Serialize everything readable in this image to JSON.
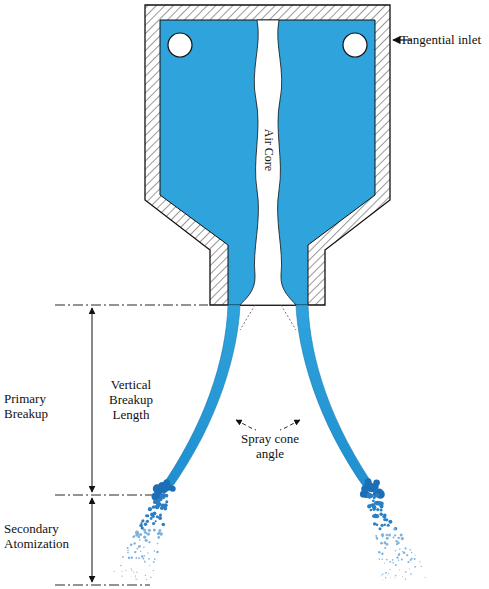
{
  "diagram": {
    "labels": [
      "Tangential inlet",
      "Air Core",
      "Primary Breakup",
      "Vertical Breakup Length",
      "Spray cone angle",
      "Secondary Atomization"
    ]
  }
}
